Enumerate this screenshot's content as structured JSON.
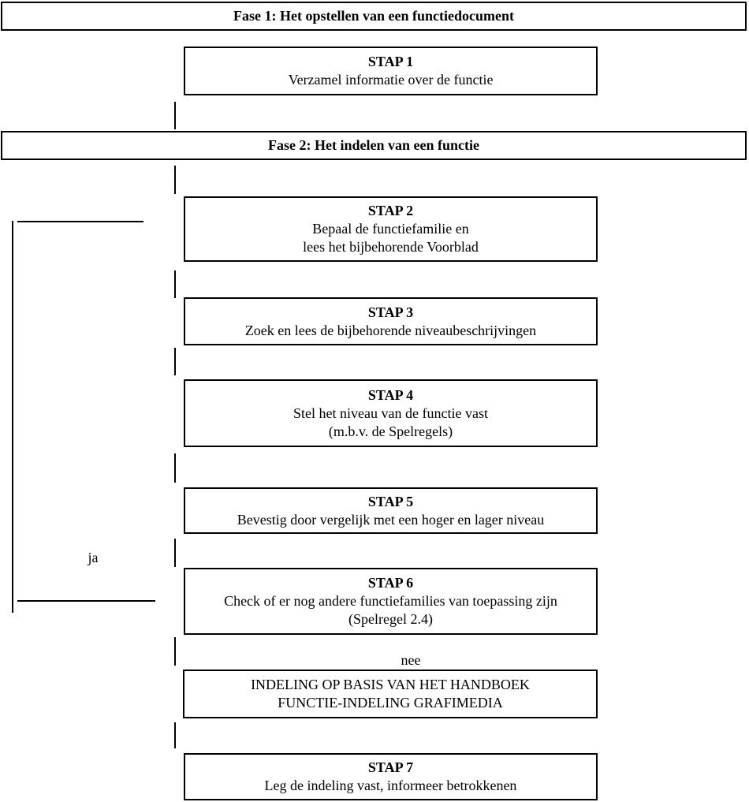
{
  "diagram": {
    "colors": {
      "border": "#000000",
      "background": "#ffffff",
      "text": "#000000"
    },
    "phase_headers": [
      {
        "id": "fase1",
        "label": "Fase 1: Het opstellen van een functiedocument"
      },
      {
        "id": "fase2",
        "label": "Fase 2: Het indelen van een functie"
      }
    ],
    "steps": [
      {
        "id": "stap1",
        "title": "STAP 1",
        "lines": [
          "Verzamel informatie over de functie"
        ]
      },
      {
        "id": "stap2",
        "title": "STAP 2",
        "lines": [
          "Bepaal de functiefamilie en",
          "lees het bijbehorende Voorblad"
        ]
      },
      {
        "id": "stap3",
        "title": "STAP 3",
        "lines": [
          "Zoek en lees de bijbehorende niveaubeschrijvingen"
        ]
      },
      {
        "id": "stap4",
        "title": "STAP 4",
        "lines": [
          "Stel het niveau van de functie vast",
          "(m.b.v. de Spelregels)"
        ]
      },
      {
        "id": "stap5",
        "title": "STAP 5",
        "lines": [
          "Bevestig door vergelijk met een hoger en lager niveau"
        ]
      },
      {
        "id": "stap6",
        "title": "STAP 6",
        "lines": [
          "Check of er nog andere functiefamilies van toepassing zijn",
          "(Spelregel 2.4)"
        ]
      },
      {
        "id": "stap7",
        "title": "STAP 7",
        "lines": [
          "Leg de indeling vast, informeer betrokkenen"
        ]
      }
    ],
    "result_box": {
      "lines": [
        "INDELING OP BASIS VAN HET HANDBOEK",
        "FUNCTIE-INDELING GRAFIMEDIA"
      ]
    },
    "branch_labels": {
      "yes": "ja",
      "no": "nee"
    }
  }
}
